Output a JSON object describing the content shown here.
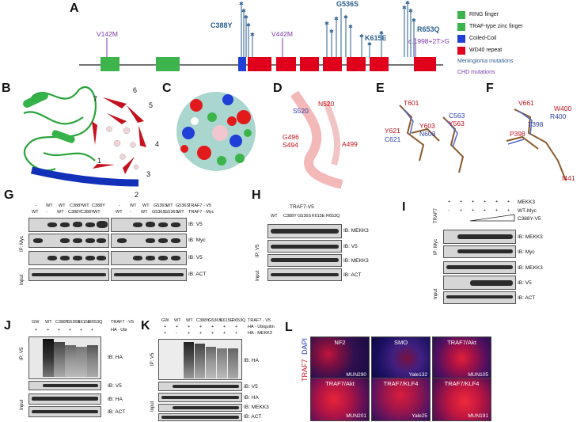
{
  "panels": {
    "A": "A",
    "B": "B",
    "C": "C",
    "D": "D",
    "E": "E",
    "F": "F",
    "G": "G",
    "H": "H",
    "I": "I",
    "J": "J",
    "K": "K",
    "L": "L"
  },
  "legend": [
    {
      "label": "RING finger",
      "color": "#3cb44b"
    },
    {
      "label": "TRAF-type zinc finger",
      "color": "#3cb44b"
    },
    {
      "label": "Coiled-Coil",
      "color": "#1f3fd6"
    },
    {
      "label": "WD40 repeat",
      "color": "#e0001b"
    },
    {
      "label": "Meningioma mutations",
      "color": "#2a5d8f"
    },
    {
      "label": "CHD mutations",
      "color": "#7b3aa8"
    }
  ],
  "mutations": {
    "meningioma": [
      "C388Y",
      "G536S",
      "K615E",
      "R653Q"
    ],
    "chd": [
      "V142M",
      "V442M",
      "c.1998+2T>G"
    ]
  },
  "structure_labels": {
    "B": [
      "1",
      "2",
      "3",
      "4",
      "5",
      "6",
      "7"
    ],
    "D": [
      "S520",
      "N520",
      "G496",
      "S494",
      "A499"
    ],
    "E": [
      "T601",
      "Y603",
      "N603",
      "C563",
      "Y563",
      "Y621",
      "C621"
    ],
    "F": [
      "V661",
      "W400",
      "T398",
      "R400",
      "P398",
      "I441"
    ]
  },
  "G": {
    "row1": [
      "-",
      "WT",
      "WT",
      "C388Y",
      "WT",
      "C388Y"
    ],
    "row2": [
      "WT",
      "-",
      "WT",
      "C388Y",
      "C388Y",
      "WT"
    ],
    "row1b": [
      "-",
      "WT",
      "WT",
      "G536S",
      "WT",
      "G536S"
    ],
    "row2b": [
      "WT",
      "-",
      "WT",
      "G536S",
      "G536S",
      "WT"
    ],
    "key1": "TRAF7 - V5",
    "key2": "TRAF7 - Myc",
    "ip": "IP: Myc",
    "input": "Input",
    "ib": [
      "IB: V5",
      "IB: Myc",
      "IB: V5",
      "IB: ACT"
    ]
  },
  "H": {
    "title": "TRAF7-V5",
    "lanes": [
      "WT",
      "C388Y",
      "G536S",
      "K615E",
      "R653Q"
    ],
    "ip": "IP: V5",
    "input": "Input",
    "ib": [
      "IB: MEKK3",
      "IB: V5",
      "IB: MEKK3",
      "IB: ACT"
    ]
  },
  "I": {
    "row1": [
      "+",
      "+",
      "+",
      "+",
      "+",
      "+"
    ],
    "row1_label": "MEKK3",
    "row2": [
      "-",
      "+",
      "+",
      "+",
      "+",
      "+"
    ],
    "row2_label": "WT-Myc",
    "row3_label": "C388Y-V5",
    "side": "TRAF7",
    "ip": "IP: Myc",
    "input": "Input",
    "ib": [
      "IB: MEKK3",
      "IB: Myc",
      "IB: MEKK3",
      "IB: V5",
      "IB: ACT"
    ]
  },
  "J": {
    "lanes": [
      "GW",
      "WT",
      "C388Y",
      "G536S",
      "K615E",
      "R653Q"
    ],
    "signs": [
      "+",
      "+",
      "+",
      "+",
      "+",
      "+"
    ],
    "key1": "TRAF7 - V5",
    "key2": "HA - Ubi",
    "ip": "IP: V5",
    "input": "Input",
    "ib": [
      "IB: HA",
      "IB: V5",
      "IB: HA",
      "IB: ACT"
    ]
  },
  "K": {
    "lanes": [
      "GW",
      "WT",
      "WT",
      "C388Y",
      "G536S",
      "K615E",
      "R653Q"
    ],
    "signs1": [
      "+",
      "+",
      "+",
      "+",
      "+",
      "+",
      "+"
    ],
    "signs2": [
      "+",
      "-",
      "+",
      "+",
      "+",
      "+",
      "+"
    ],
    "key1": "TRAF7 - V5",
    "key2": "HA - Ubiquitin",
    "key3": "HA - MEKK3",
    "ip": "IP: V5",
    "input": "Input",
    "ib": [
      "IB: HA",
      "IB: V5",
      "IB: HA",
      "IB: MEKK3",
      "IB: ACT"
    ]
  },
  "L": {
    "side1": "TRAF7",
    "side2": "DAPI",
    "tiles": [
      {
        "label": "NF2",
        "id": "MUN290"
      },
      {
        "label": "SMO",
        "id": "Yale132"
      },
      {
        "label": "TRAF7/Akt",
        "id": "MUN105"
      },
      {
        "label": "TRAF7/Akt",
        "id": "MUN201"
      },
      {
        "label": "TRAF7/KLF4",
        "id": "Yale25"
      },
      {
        "label": "TRAF7/KLF4",
        "id": "MUN191"
      }
    ]
  }
}
